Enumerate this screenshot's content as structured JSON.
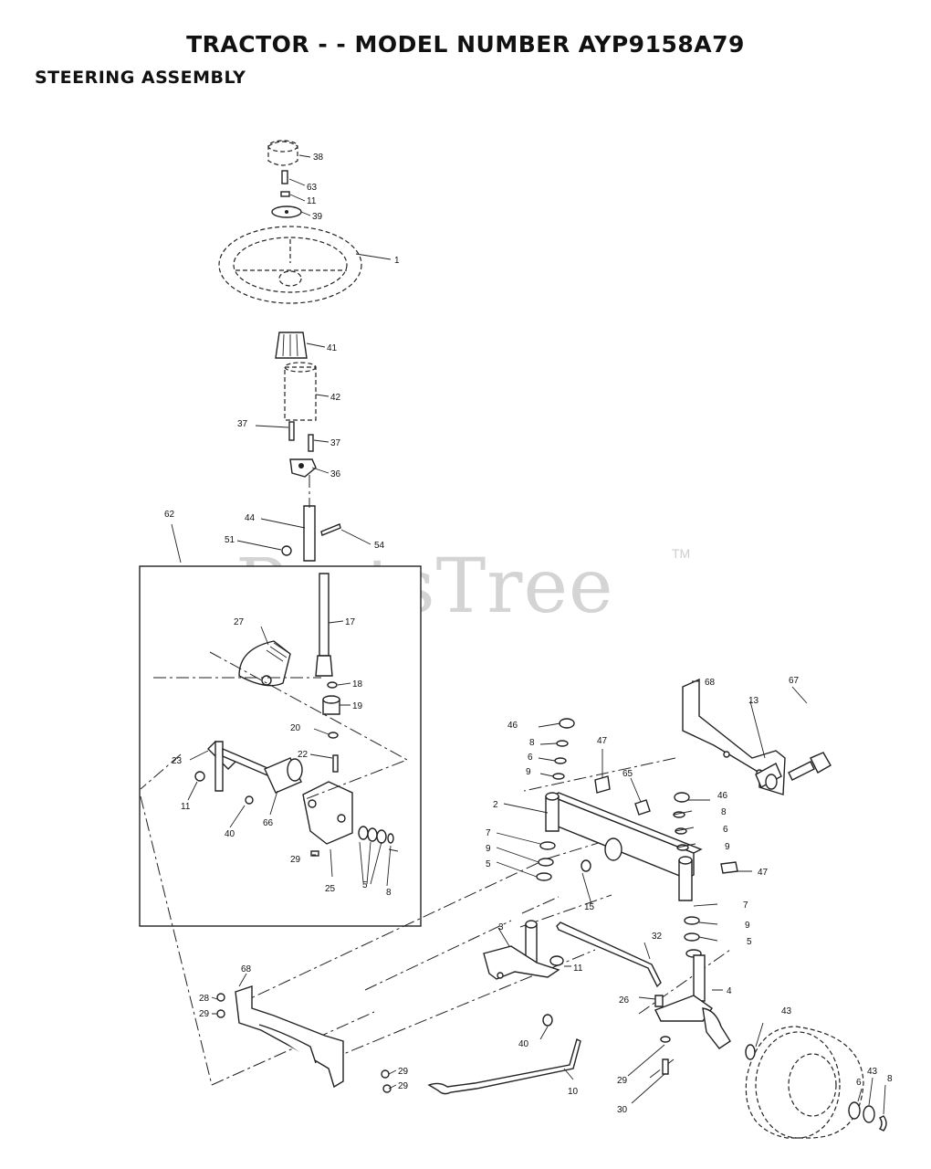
{
  "header": {
    "title": "TRACTOR - - MODEL NUMBER AYP9158A79",
    "subtitle": "STEERING ASSEMBLY"
  },
  "watermark": {
    "text": "PartsTree",
    "mark": "TM"
  },
  "callouts": [
    {
      "id": "c38",
      "label": "38"
    },
    {
      "id": "c63",
      "label": "63"
    },
    {
      "id": "c11a",
      "label": "11"
    },
    {
      "id": "c39",
      "label": "39"
    },
    {
      "id": "c1",
      "label": "1"
    },
    {
      "id": "c41",
      "label": "41"
    },
    {
      "id": "c42",
      "label": "42"
    },
    {
      "id": "c37a",
      "label": "37"
    },
    {
      "id": "c37b",
      "label": "37"
    },
    {
      "id": "c36",
      "label": "36"
    },
    {
      "id": "c62",
      "label": "62"
    },
    {
      "id": "c44",
      "label": "44"
    },
    {
      "id": "c51",
      "label": "51"
    },
    {
      "id": "c54",
      "label": "54"
    },
    {
      "id": "c17",
      "label": "17"
    },
    {
      "id": "c27",
      "label": "27"
    },
    {
      "id": "c18",
      "label": "18"
    },
    {
      "id": "c19",
      "label": "19"
    },
    {
      "id": "c20",
      "label": "20"
    },
    {
      "id": "c22",
      "label": "22"
    },
    {
      "id": "c23",
      "label": "23"
    },
    {
      "id": "c11b",
      "label": "11"
    },
    {
      "id": "c40a",
      "label": "40"
    },
    {
      "id": "c66",
      "label": "66"
    },
    {
      "id": "c29a",
      "label": "29"
    },
    {
      "id": "c25",
      "label": "25"
    },
    {
      "id": "c5a",
      "label": "5"
    },
    {
      "id": "c8a",
      "label": "8"
    },
    {
      "id": "c68a",
      "label": "68"
    },
    {
      "id": "c67",
      "label": "67"
    },
    {
      "id": "c13",
      "label": "13"
    },
    {
      "id": "c46a",
      "label": "46"
    },
    {
      "id": "c47a",
      "label": "47"
    },
    {
      "id": "c8b",
      "label": "8"
    },
    {
      "id": "c6a",
      "label": "6"
    },
    {
      "id": "c9a",
      "label": "9"
    },
    {
      "id": "c65",
      "label": "65"
    },
    {
      "id": "c2",
      "label": "2"
    },
    {
      "id": "c46b",
      "label": "46"
    },
    {
      "id": "c8c",
      "label": "8"
    },
    {
      "id": "c6b",
      "label": "6"
    },
    {
      "id": "c9b",
      "label": "9"
    },
    {
      "id": "c7a",
      "label": "7"
    },
    {
      "id": "c9c",
      "label": "9"
    },
    {
      "id": "c5b",
      "label": "5"
    },
    {
      "id": "c47b",
      "label": "47"
    },
    {
      "id": "c15",
      "label": "15"
    },
    {
      "id": "c7b",
      "label": "7"
    },
    {
      "id": "c9d",
      "label": "9"
    },
    {
      "id": "c5c",
      "label": "5"
    },
    {
      "id": "c3",
      "label": "3"
    },
    {
      "id": "c32",
      "label": "32"
    },
    {
      "id": "c11c",
      "label": "11"
    },
    {
      "id": "c4",
      "label": "4"
    },
    {
      "id": "c26",
      "label": "26"
    },
    {
      "id": "c43a",
      "label": "43"
    },
    {
      "id": "c68b",
      "label": "68"
    },
    {
      "id": "c28",
      "label": "28"
    },
    {
      "id": "c29b",
      "label": "29"
    },
    {
      "id": "c40b",
      "label": "40"
    },
    {
      "id": "c29c",
      "label": "29"
    },
    {
      "id": "c29d",
      "label": "29"
    },
    {
      "id": "c10",
      "label": "10"
    },
    {
      "id": "c29e",
      "label": "29"
    },
    {
      "id": "c30",
      "label": "30"
    },
    {
      "id": "c6c",
      "label": "6"
    },
    {
      "id": "c43b",
      "label": "43"
    },
    {
      "id": "c8d",
      "label": "8"
    }
  ]
}
